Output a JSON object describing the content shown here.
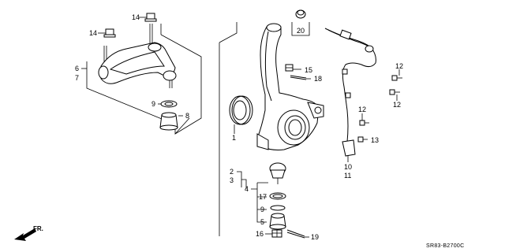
{
  "diagram_code": "SR83-B2700C",
  "direction_label": "FR.",
  "callouts": [
    {
      "id": "c14a",
      "text": "14"
    },
    {
      "id": "c14b",
      "text": "14"
    },
    {
      "id": "c6",
      "text": "6"
    },
    {
      "id": "c7",
      "text": "7"
    },
    {
      "id": "c9a",
      "text": "9"
    },
    {
      "id": "c8",
      "text": "8"
    },
    {
      "id": "c20",
      "text": "20"
    },
    {
      "id": "c15",
      "text": "15"
    },
    {
      "id": "c18",
      "text": "18"
    },
    {
      "id": "c1",
      "text": "1"
    },
    {
      "id": "c12a",
      "text": "12"
    },
    {
      "id": "c12b",
      "text": "12"
    },
    {
      "id": "c12c",
      "text": "12"
    },
    {
      "id": "c13",
      "text": "13"
    },
    {
      "id": "c10",
      "text": "10"
    },
    {
      "id": "c11",
      "text": "11"
    },
    {
      "id": "c2",
      "text": "2"
    },
    {
      "id": "c3",
      "text": "3"
    },
    {
      "id": "c4",
      "text": "4"
    },
    {
      "id": "c17",
      "text": "17"
    },
    {
      "id": "c9b",
      "text": "9"
    },
    {
      "id": "c5",
      "text": "5"
    },
    {
      "id": "c16",
      "text": "16"
    },
    {
      "id": "c19",
      "text": "19"
    }
  ]
}
